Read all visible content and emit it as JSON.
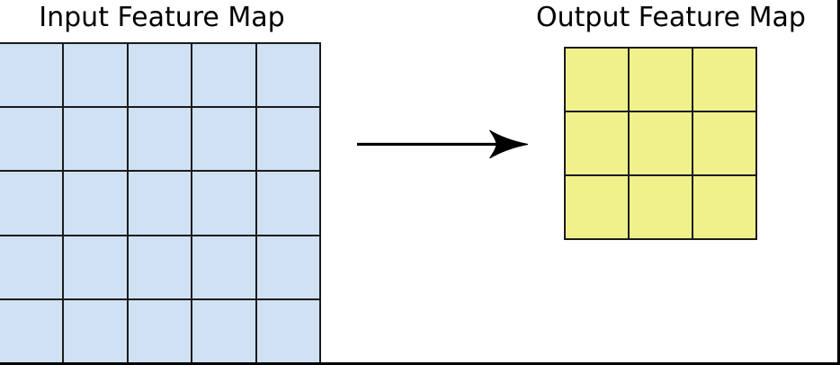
{
  "diagram": {
    "input": {
      "title": "Input Feature Map",
      "rows": 5,
      "cols": 5,
      "cell_color": "#CFE1F3"
    },
    "output": {
      "title": "Output Feature Map",
      "rows": 3,
      "cols": 3,
      "cell_color": "#F0F18B"
    },
    "arrow": {
      "direction": "right",
      "color": "#000000"
    },
    "colors": {
      "grid_line": "#1B1B1B",
      "frame": "#000000",
      "background": "#FFFFFF"
    }
  }
}
